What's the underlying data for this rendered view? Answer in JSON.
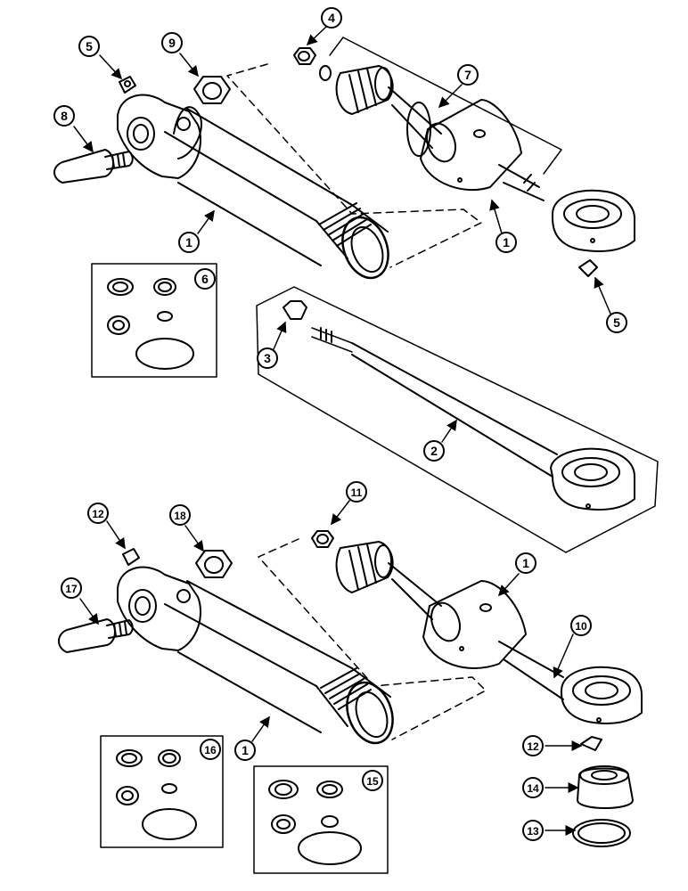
{
  "diagram": {
    "callouts": [
      {
        "id": "c5a",
        "label": "5"
      },
      {
        "id": "c9",
        "label": "9"
      },
      {
        "id": "c4",
        "label": "4"
      },
      {
        "id": "c7",
        "label": "7"
      },
      {
        "id": "c8",
        "label": "8"
      },
      {
        "id": "c1a",
        "label": "1"
      },
      {
        "id": "c1b",
        "label": "1"
      },
      {
        "id": "c6",
        "label": "6"
      },
      {
        "id": "c3",
        "label": "3"
      },
      {
        "id": "c5b",
        "label": "5"
      },
      {
        "id": "c2",
        "label": "2"
      },
      {
        "id": "c12a",
        "label": "12"
      },
      {
        "id": "c18",
        "label": "18"
      },
      {
        "id": "c11",
        "label": "11"
      },
      {
        "id": "c1c",
        "label": "1"
      },
      {
        "id": "c17",
        "label": "17"
      },
      {
        "id": "c10",
        "label": "10"
      },
      {
        "id": "c1d",
        "label": "1"
      },
      {
        "id": "c16",
        "label": "16"
      },
      {
        "id": "c15",
        "label": "15"
      },
      {
        "id": "c12b",
        "label": "12"
      },
      {
        "id": "c14",
        "label": "14"
      },
      {
        "id": "c13",
        "label": "13"
      }
    ]
  }
}
